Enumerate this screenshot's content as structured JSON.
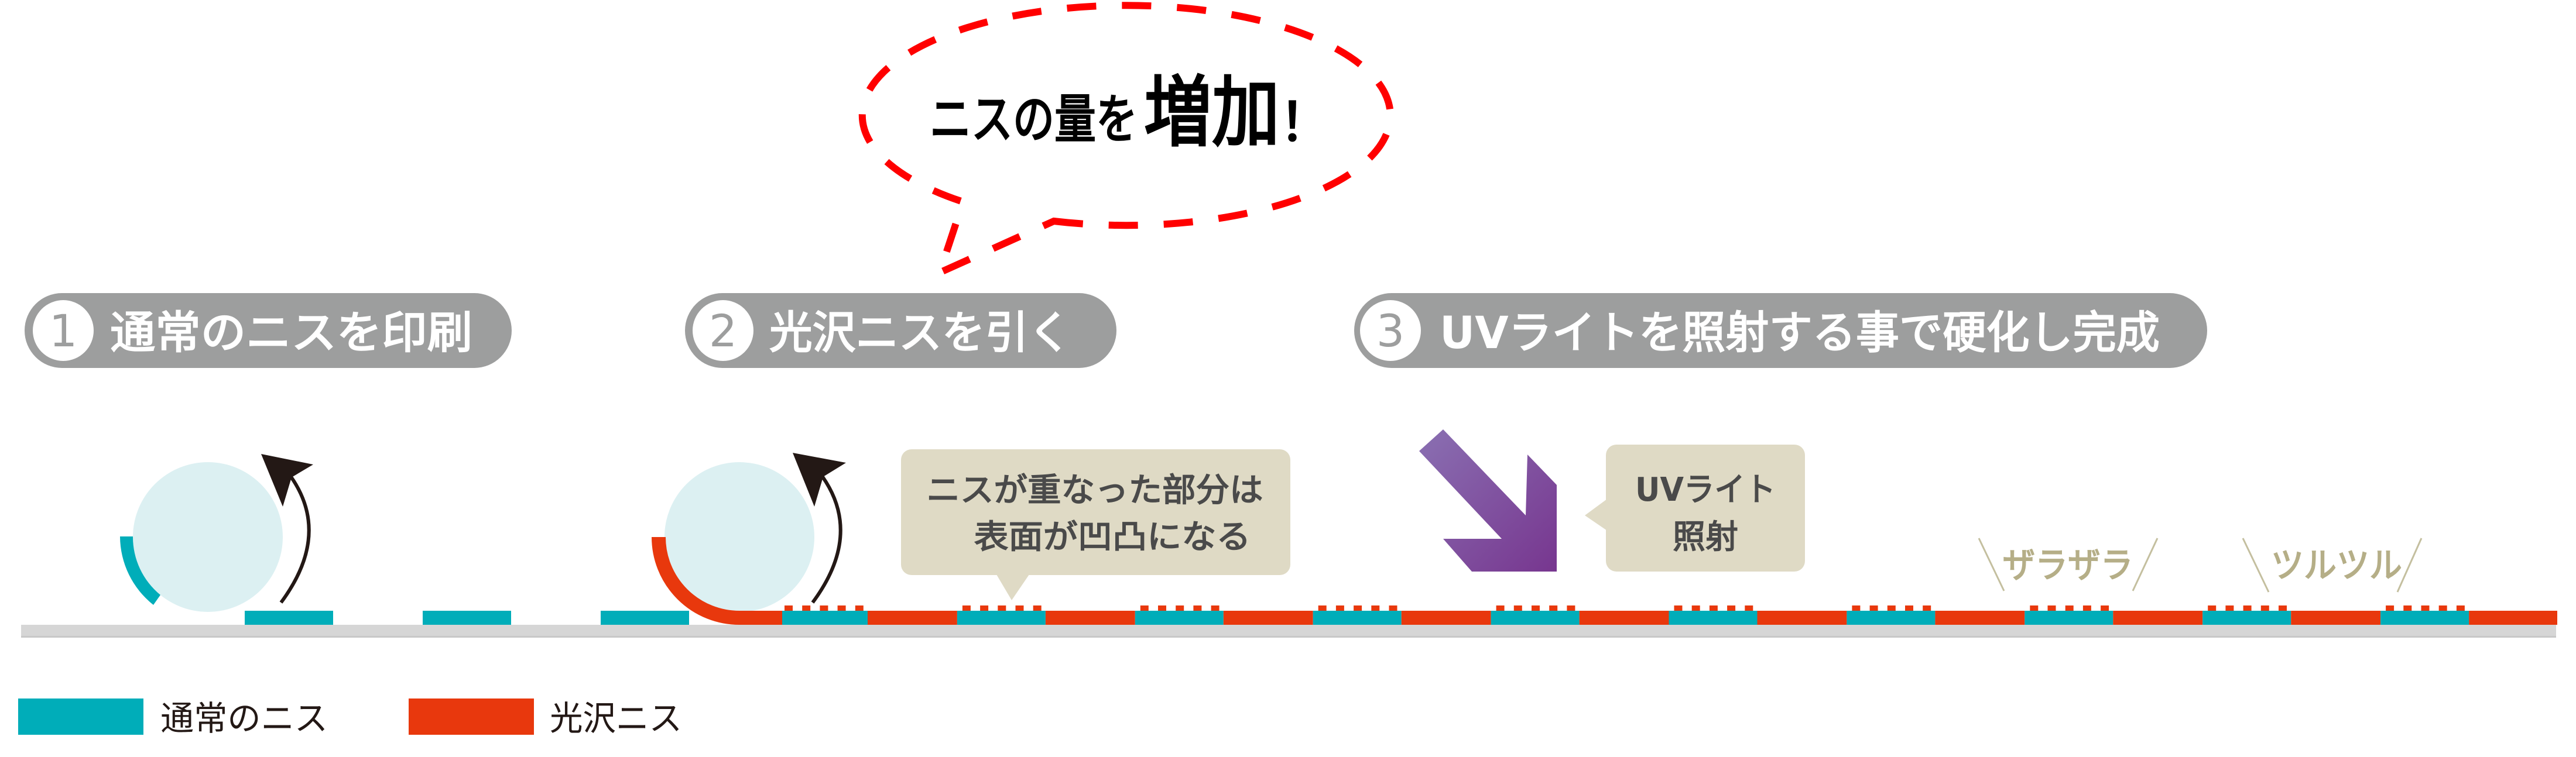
{
  "bubble": {
    "text_main": "ニスの量を",
    "text_emphasis": "増加",
    "text_exclaim": "！"
  },
  "steps": [
    {
      "number": "1",
      "label": "通常のニスを印刷"
    },
    {
      "number": "2",
      "label": "光沢ニスを引く"
    },
    {
      "number": "3",
      "label": "UVライトを照射する事で硬化し完成"
    }
  ],
  "callouts": {
    "overlap": {
      "line1": "ニスが重なった部分は",
      "line2": "表面が凹凸になる"
    },
    "uv": {
      "line1": "UVライト",
      "line2": "照射"
    }
  },
  "texture_labels": {
    "rough": "ザラザラ",
    "smooth": "ツルツル"
  },
  "legend": [
    {
      "label": "通常のニス",
      "color": "#00adb9"
    },
    {
      "label": "光沢ニス",
      "color": "#e8380d"
    }
  ],
  "colors": {
    "plain_varnish": "#00adb9",
    "gloss_varnish": "#e8380d",
    "bubble_border": "#ff0000",
    "step_pill": "#9d9e9e",
    "roller": "#dcf0f2",
    "callout_bg": "#dfdac5",
    "texture_label": "#b5ae87",
    "substrate": "#d6d6d6",
    "rotation_arrow": "#231815",
    "uv_arrow_start": "#8a70b2",
    "uv_arrow_end": "#77368f"
  }
}
